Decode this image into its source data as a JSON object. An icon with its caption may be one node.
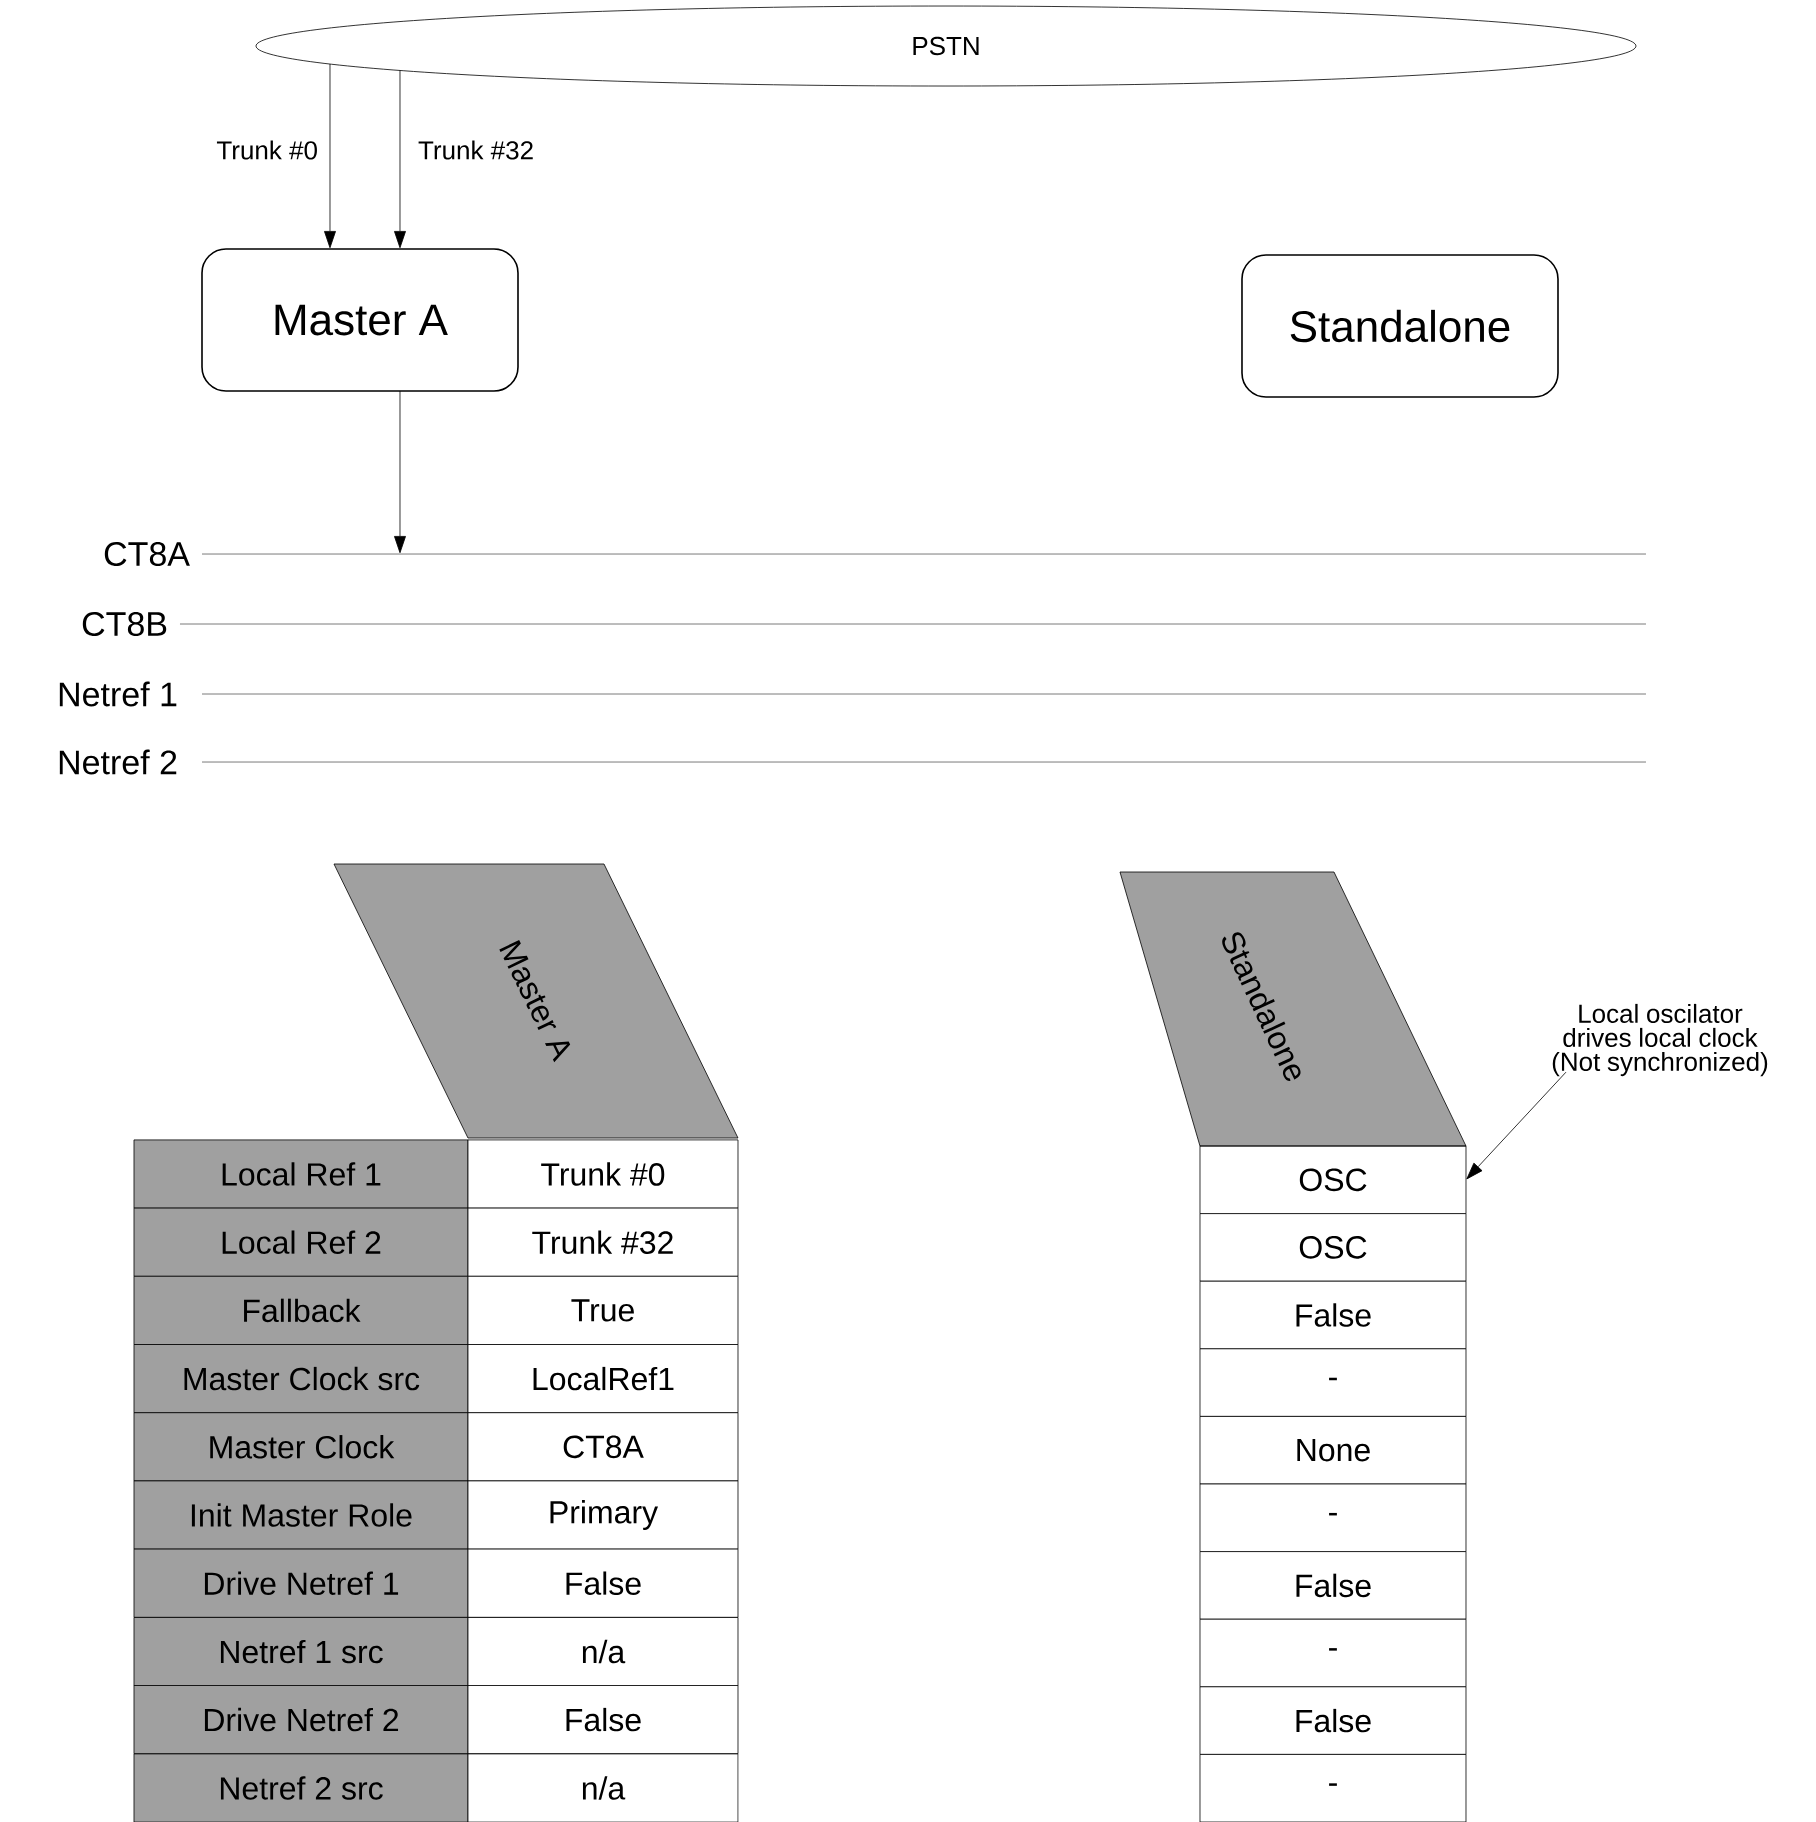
{
  "diagram": {
    "nodes": [
      {
        "text": [
          "PSTN"
        ]
      },
      {
        "text": [
          "Master A"
        ]
      },
      {
        "text": [
          "Standalone"
        ]
      },
      {
        "text": [
          "CT8A"
        ]
      },
      {
        "text": [
          "CT8B"
        ]
      },
      {
        "text": [
          "Netref 1"
        ]
      },
      {
        "text": [
          "Netref 2"
        ]
      },
      {
        "text": [
          "Master A"
        ]
      },
      {
        "text": [
          "Standalone"
        ]
      },
      {
        "text": [
          "Local oscilator drives local clock (Not synchronized)"
        ]
      },
      {
        "text": [
          "OSC"
        ]
      }
    ],
    "edges": [
      {
        "from": 0,
        "to": 1,
        "arrow": "to",
        "label": "Trunk #0"
      },
      {
        "from": 0,
        "to": 1,
        "arrow": "to",
        "label": "Trunk #32"
      },
      {
        "from": 1,
        "to": 3,
        "arrow": "to"
      },
      {
        "from": 9,
        "to": 10,
        "arrow": "to"
      }
    ],
    "labels": [
      "Local Ref 1",
      "Trunk #0",
      "Local Ref 2",
      "Trunk #32",
      "Fallback",
      "True",
      "Master Clock src",
      "LocalRef1",
      "Master Clock",
      "CT8A",
      "Init Master Role",
      "Primary",
      "Drive Netref 1",
      "False",
      "Netref 1 src",
      "n/a",
      "Drive Netref 2",
      "False",
      "Netref 2 src",
      "n/a",
      "OSC",
      "False",
      "-",
      "None",
      "-",
      "False",
      "-",
      "False",
      "-"
    ]
  }
}
